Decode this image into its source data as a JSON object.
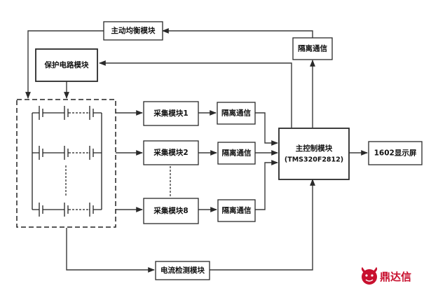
{
  "blocks": {
    "balance": "主动均衡模块",
    "protection": "保护电路模块",
    "isolation_top": "隔离通信",
    "collect_1": "采集模块1",
    "collect_2": "采集模块2",
    "collect_8": "采集模块8",
    "isolation_1": "隔离通信",
    "isolation_2": "隔离通信",
    "isolation_8": "隔离通信",
    "main_control": "主控制模块",
    "main_control_chip": "(TMS320F2812)",
    "display": "1602显示屏",
    "current_detect": "电流检测模块"
  },
  "watermark": {
    "text": "鼎达信",
    "color": "#c8102e",
    "icon": "bull-head-logo-icon"
  }
}
